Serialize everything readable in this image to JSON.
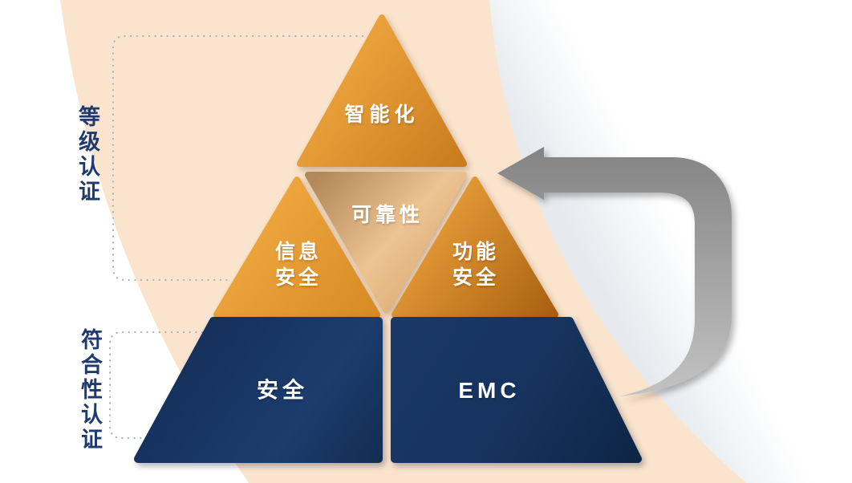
{
  "diagram": {
    "pyramid": {
      "top": {
        "label": "智能化"
      },
      "middle_left": {
        "line1": "信息",
        "line2": "安全"
      },
      "middle_center": {
        "label": "可靠性"
      },
      "middle_right": {
        "line1": "功能",
        "line2": "安全"
      },
      "bottom_left": {
        "label": "安全"
      },
      "bottom_right": {
        "label": "EMC"
      }
    },
    "side_labels": {
      "upper": "等级认证",
      "lower": "符合性认证"
    }
  },
  "colors": {
    "label_navy": "#1f3a6c",
    "navy": "#16335e",
    "orange": "#f0a43c",
    "orange_dark": "#b36312",
    "tan": "#e4b685",
    "peach": "#fae4cd",
    "arrow_gray": "#9a9a9a",
    "dot_gray": "#a6aebc"
  }
}
